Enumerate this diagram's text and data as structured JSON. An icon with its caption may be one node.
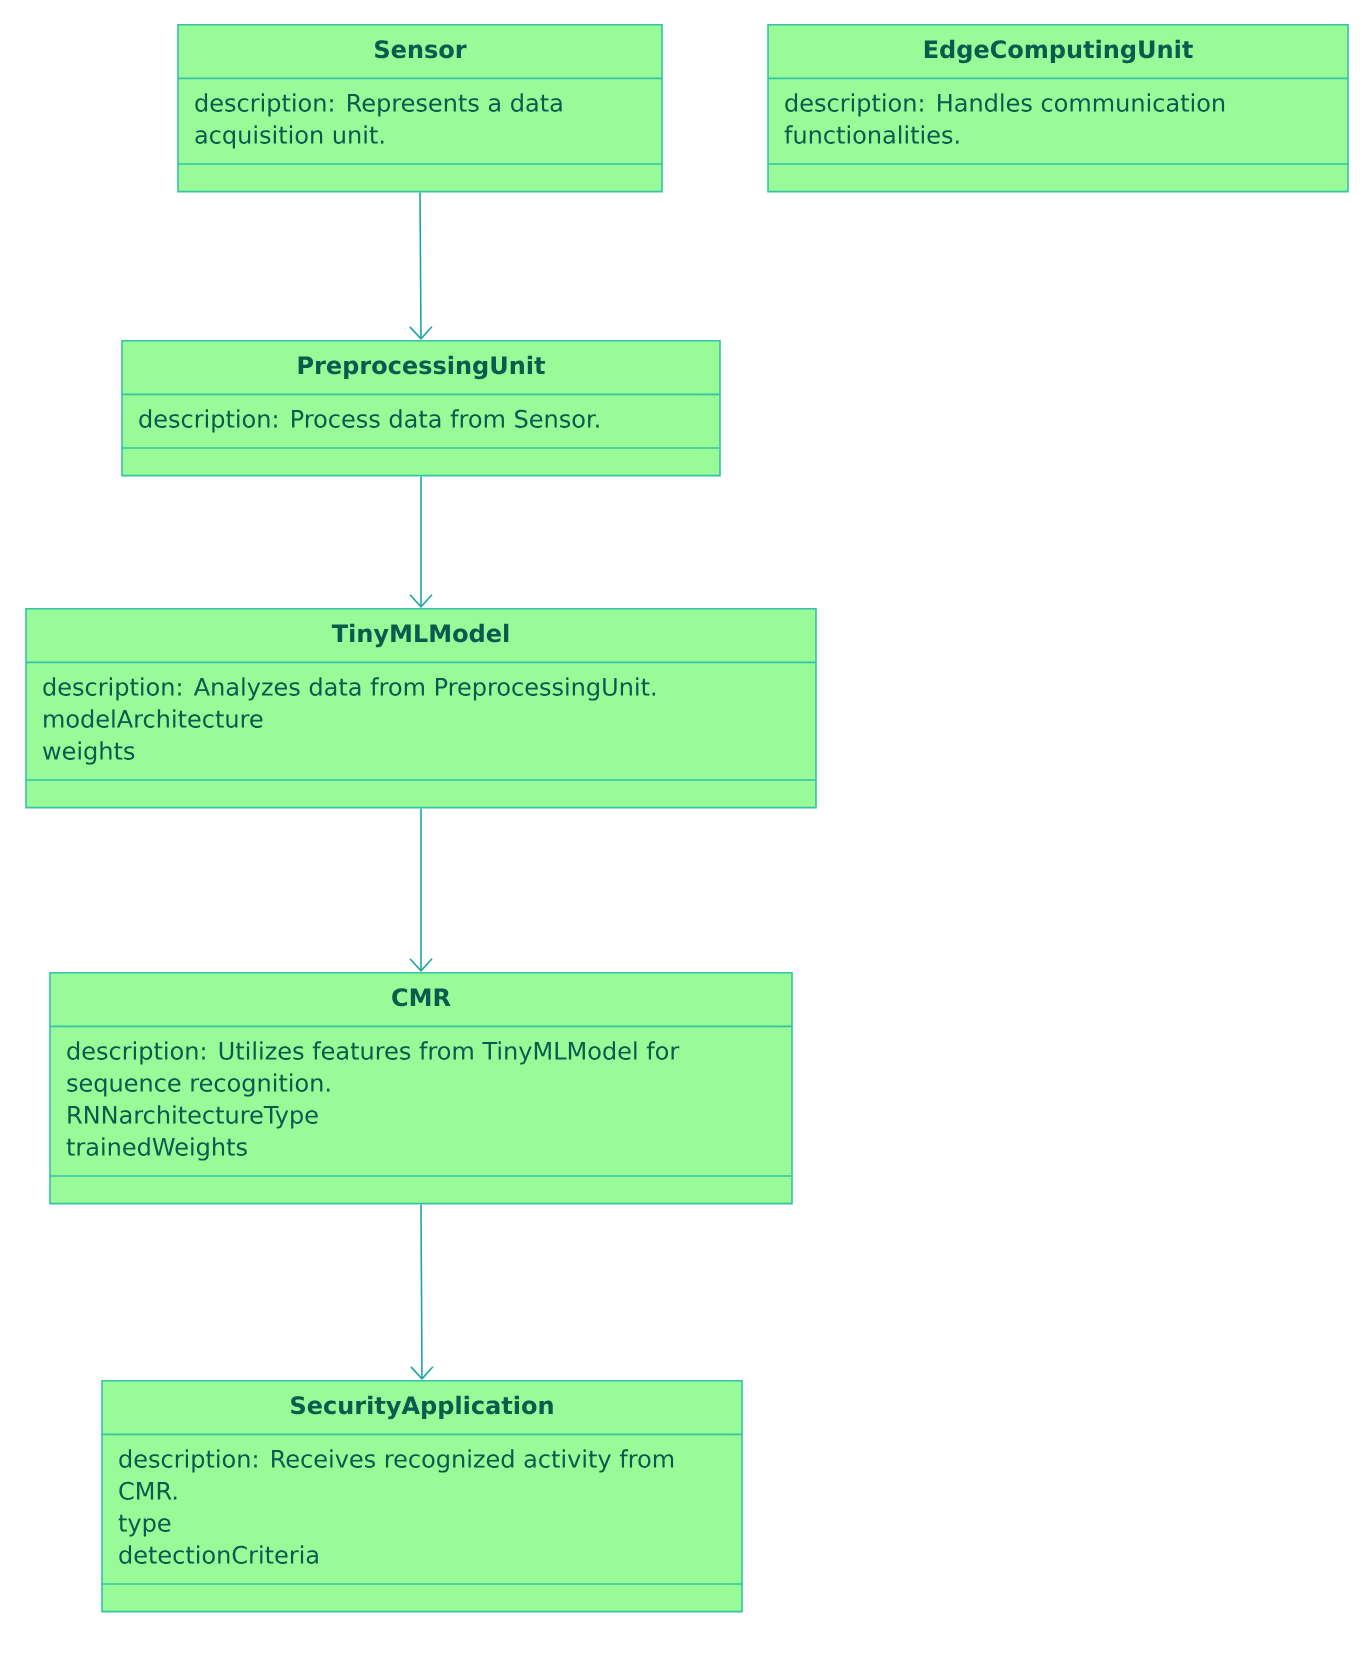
{
  "diagram": {
    "nodes": [
      {
        "text": [
          "Sensor",
          "description: Represents a data acquisition unit."
        ]
      },
      {
        "text": [
          "EdgeComputingUnit",
          "description: Handles communication functionalities."
        ]
      },
      {
        "text": [
          "PreprocessingUnit",
          "description: Process data from Sensor."
        ]
      },
      {
        "text": [
          "TinyMLModel",
          "description: Analyzes data from PreprocessingUnit.",
          "modelArchitecture",
          "weights"
        ]
      },
      {
        "text": [
          "CMR",
          "description: Utilizes features from TinyMLModel for sequence recognition.",
          "RNNarchitectureType",
          "trainedWeights"
        ]
      },
      {
        "text": [
          "SecurityApplication",
          "description: Receives recognized activity from CMR.",
          "type",
          "detectionCriteria"
        ]
      }
    ],
    "edges": [
      {
        "from": 0,
        "to": 2,
        "arrow": "to"
      },
      {
        "from": 2,
        "to": 3,
        "arrow": "to"
      },
      {
        "from": 3,
        "to": 4,
        "arrow": "to"
      },
      {
        "from": 4,
        "to": 5,
        "arrow": "to"
      }
    ]
  }
}
